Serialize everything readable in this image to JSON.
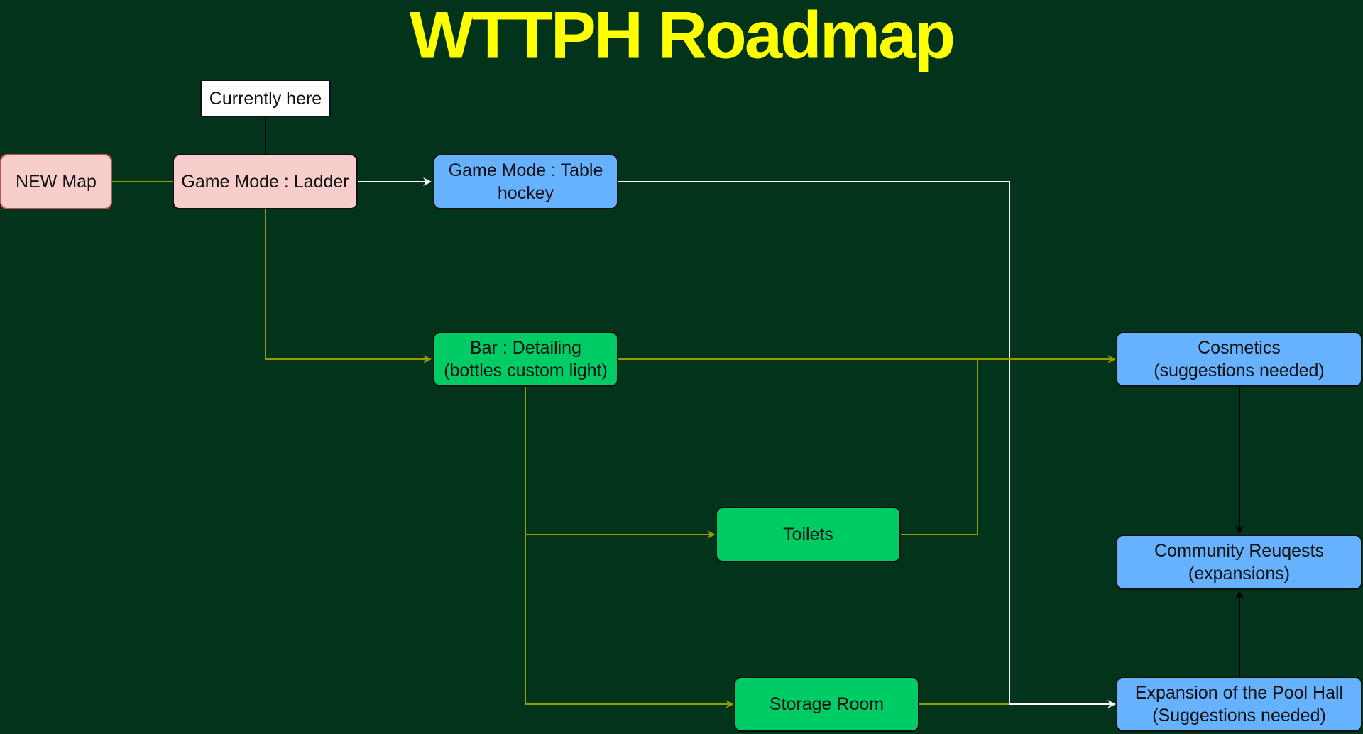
{
  "title": "WTTPH Roadmap",
  "colors": {
    "background": "#02341b",
    "title": "#ffff00",
    "olive_connector": "#999900",
    "white_connector": "#ffffff",
    "black_connector": "#000000",
    "pink_node": "#f8cecc",
    "blue_node": "#66b2ff",
    "green_node": "#00cc66"
  },
  "nodes": {
    "new_map": "NEW Map",
    "ladder": "Game Mode : Ladder",
    "currently_here": "Currently here",
    "table_hockey": "Game Mode : Table\nhockey",
    "bar": "Bar : Detailing\n(bottles custom light)",
    "toilets": "Toilets",
    "storage": "Storage Room",
    "cosmetics": "Cosmetics\n(suggestions needed)",
    "community": "Community Reuqests\n(expansions)",
    "expansion": "Expansion of the Pool Hall\n(Suggestions needed)"
  },
  "edges": [
    {
      "from": "new_map",
      "to": "ladder",
      "color": "olive",
      "arrow": false
    },
    {
      "from": "currently_here",
      "to": "ladder",
      "color": "black",
      "arrow": false
    },
    {
      "from": "ladder",
      "to": "table_hockey",
      "color": "white",
      "arrow": true
    },
    {
      "from": "ladder",
      "to": "bar",
      "color": "olive",
      "arrow": true
    },
    {
      "from": "bar",
      "to": "cosmetics",
      "color": "olive",
      "arrow": true
    },
    {
      "from": "bar",
      "to": "toilets",
      "color": "olive",
      "arrow": true
    },
    {
      "from": "bar",
      "to": "storage",
      "color": "olive",
      "arrow": true
    },
    {
      "from": "toilets",
      "to": "cosmetics",
      "color": "olive",
      "arrow": false
    },
    {
      "from": "storage",
      "to": "expansion",
      "color": "olive",
      "arrow": false
    },
    {
      "from": "table_hockey",
      "to": "expansion",
      "color": "white",
      "arrow": true
    },
    {
      "from": "cosmetics",
      "to": "community",
      "color": "black",
      "arrow": true
    },
    {
      "from": "expansion",
      "to": "community",
      "color": "black",
      "arrow": true
    }
  ]
}
